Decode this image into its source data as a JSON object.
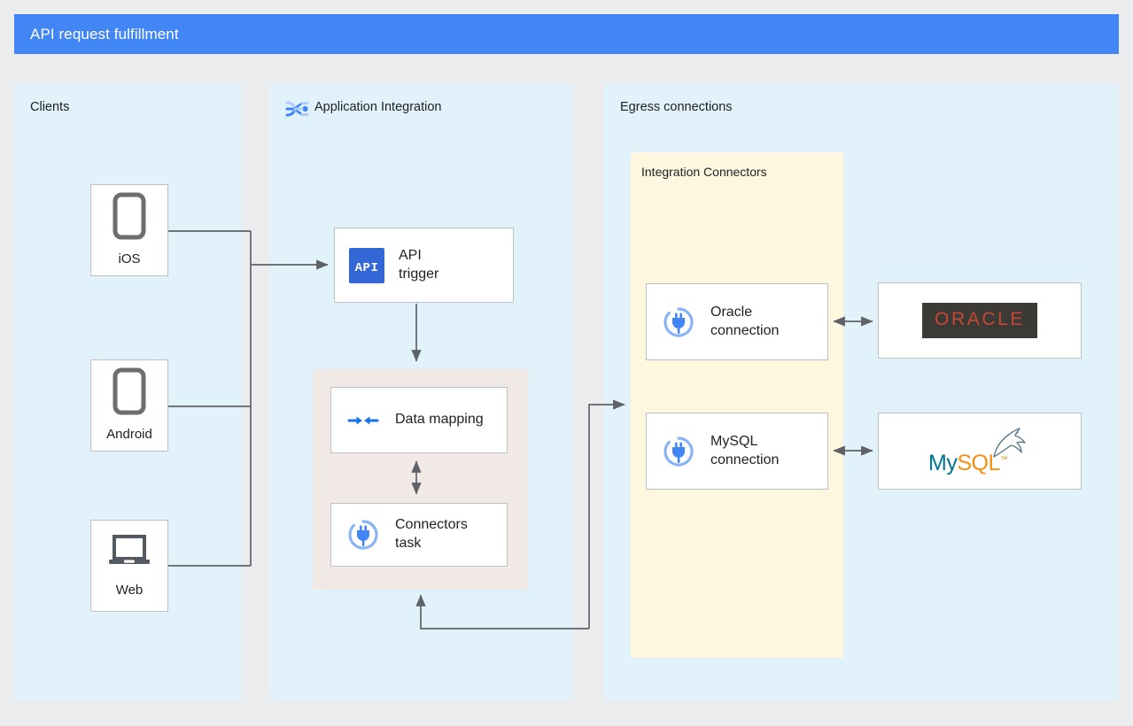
{
  "header": {
    "title": "API request fulfillment",
    "bar_color": "#4285f4"
  },
  "panels": {
    "clients": {
      "title": "Clients"
    },
    "application_integration": {
      "title": "Application Integration",
      "icon": "application-integration-icon"
    },
    "egress": {
      "title": "Egress connections"
    }
  },
  "groups": {
    "integration_connectors": {
      "title": "Integration Connectors",
      "background": "#fef7e0"
    }
  },
  "clients": [
    {
      "label": "iOS",
      "icon": "mobile-phone-icon"
    },
    {
      "label": "Android",
      "icon": "mobile-phone-icon"
    },
    {
      "label": "Web",
      "icon": "laptop-icon"
    }
  ],
  "integration_tasks": [
    {
      "label": "API\ntrigger",
      "icon": "api-trigger-icon"
    },
    {
      "label": "Data mapping",
      "icon": "data-mapping-icon"
    },
    {
      "label": "Connectors\ntask",
      "icon": "connector-plug-icon"
    }
  ],
  "connections": [
    {
      "label": "Oracle\nconnection",
      "icon": "connector-plug-icon"
    },
    {
      "label": "MySQL\nconnection",
      "icon": "connector-plug-icon"
    }
  ],
  "backends": [
    {
      "name": "Oracle",
      "logo_text": "ORACLE",
      "logo_text_color": "#c74634",
      "logo_bg": "#3b3a35"
    },
    {
      "name": "MySQL",
      "logo_text_primary": "My",
      "logo_text_secondary": "SQL",
      "logo_trademark": "™",
      "primary_color": "#00758f",
      "secondary_color": "#f29111"
    }
  ],
  "colors": {
    "canvas": "#eaecee",
    "panel": "#e1f2fb",
    "process_group": "#f1e9e6",
    "connector_group": "#fef7e0",
    "accent_blue": "#4285f4",
    "wire": "#5f6368"
  }
}
